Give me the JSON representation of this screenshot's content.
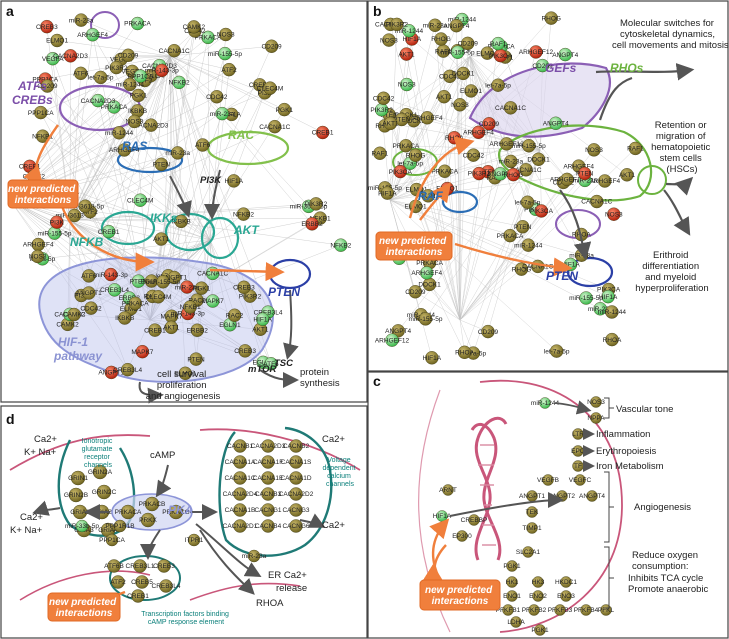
{
  "panels": {
    "a": {
      "letter": "a",
      "groups": {
        "atfs": "ATFs",
        "crebs": "CREBs",
        "ras": "RAS",
        "rac": "RAC",
        "nfkb": "NFKB",
        "ikks": "IKKs",
        "akt": "AKT",
        "pten": "PTEN",
        "hif1": "HIF-1\npathway"
      },
      "labels": {
        "pi3k": "PI3K",
        "tsc": "TSC",
        "mtor": "mTOR",
        "survival": "cell survival\nproliferation\nand angiogenesis",
        "protein": "protein\nsynthesis"
      },
      "prediction": "new predicted\ninteractions",
      "node_labels": [
        "ATF6",
        "PPP1CA",
        "CREB3",
        "CREB1",
        "CAMK2",
        "PRKACA",
        "miR-23a",
        "CACNA1C",
        "CACNA2D3",
        "ATF2",
        "CREB3L4",
        "RAC2",
        "ARHGEF4",
        "ELMO1",
        "CD209",
        "CLEC4M",
        "MAPK7",
        "PI3K",
        "NFKB1",
        "NFKB2",
        "IKBKB",
        "AKT1",
        "PTEN",
        "NOS3",
        "HIF1A",
        "EGLN1",
        "ERBB2",
        "VEGFA",
        "PGK1",
        "ANGPT1",
        "miR-1244",
        "let-7a-5p",
        "miR-3613-5p",
        "miR-155-5p",
        "miR-143-3p",
        "CDC42",
        "PIK3R2"
      ]
    },
    "b": {
      "letter": "b",
      "groups": {
        "gefs": "GEFs",
        "rhos": "RHOs",
        "raf": "RAF",
        "pten": "PTEN"
      },
      "labels": {
        "molecular": "Molecular switches for\ncytoskeletal dynamics,\ncell movements and mitosis",
        "retention": "Retention or\nmigration of\nhematopoietic\nstem cells\n(HSCs)",
        "erythroid": "Erithroid\ndifferentiation\nand myeloid\nhyperproliferation"
      },
      "prediction": "new predicted\ninteractions",
      "node_labels": [
        "PRKACA",
        "CACNA1C",
        "miR-23a",
        "ARHGEF4",
        "ARHGEF12",
        "RHOG",
        "ELMO1",
        "DOCK1",
        "CD209",
        "RAF1",
        "RHOA",
        "CDC42",
        "PIK3R2",
        "PIK3CA",
        "AKT1",
        "PTEN",
        "miR-1244",
        "NOS3",
        "HIF1A",
        "ANGPT4",
        "let-7a-5p",
        "miR-155-5p"
      ]
    },
    "c": {
      "letter": "c",
      "labels": {
        "vascular": "Vascular tone",
        "inflammation": "Inflammation",
        "erythropoiesis": "Erythropoiesis",
        "iron": "Iron Metabolism",
        "angiogenesis": "Angiogenesis",
        "reduce": "Reduce oxygen\nconsumption:",
        "inhibits": "Inhibits TCA cycle",
        "promote": "Promote anaerobic"
      },
      "prediction": "new predicted\ninteractions",
      "nodes": {
        "mir1244": "miR-1244",
        "nos3": "NOS3",
        "nppa": "NPPA",
        "arnt": "ARNT",
        "ltr": "LTR",
        "epo": "EPO",
        "tf": "TF",
        "hif1a": "HIF1A",
        "crebbp": "CREBBP",
        "ep300": "EP300",
        "vegfb": "VEGFB",
        "vegfc": "VEGFC",
        "angpt1": "ANGPT1",
        "angpt2": "ANGPT2",
        "angpt4": "ANGPT4",
        "tek": "TEK",
        "timp1": "TIMP1",
        "slc2a1": "SLC2A1",
        "pgk1": "PGK1",
        "hk1": "HK1",
        "hk3": "HK3",
        "hkdc1": "HKDC1",
        "eno1": "ENO1",
        "eno2": "ENO2",
        "eno3": "ENO3",
        "pfkfb1": "PFKFB1",
        "pfkfb2": "PFKFB2",
        "pfkfb3": "PFKFB3",
        "pfkfb4": "PFKFB4",
        "pfkl": "PFKL",
        "ldha": "LDHA",
        "pgk1b": "PGK1"
      }
    },
    "d": {
      "letter": "d",
      "labels": {
        "ions_left": "Ca2+\nK+ Na+",
        "ionotropic": "Ionotropic\nglutamate\nreceptor\nchannels",
        "camp": "cAMP",
        "pka": "PKA",
        "voltage": "Voltage\ndependent\ncalcium\nchannels",
        "ca_top": "Ca2+",
        "ca_right": "Ca2+",
        "ions_out": "Ca2+\nK+ Na+",
        "er": "ER Ca2+\nrelease",
        "rhoa": "RHOA",
        "tf_binding": "Transcription factors binding\ncAMP response element"
      },
      "prediction": "new predicted\ninteractions",
      "pka_nodes": [
        "PRKACA",
        "PRKACB",
        "PRKACG",
        "PRKX"
      ],
      "glut_nodes": [
        "GRIN1",
        "GRIN2A",
        "GRIN2B",
        "GRIN2C",
        "GRIA1",
        "GRIA2",
        "GRIA3",
        "GRIA4"
      ],
      "cacna_nodes": [
        "CACNB1",
        "CACNA2D3",
        "CACNB2",
        "CACNA1A",
        "CACNA1F",
        "CACNA1S",
        "CACNA1C",
        "CACNA1E",
        "CACNA1D",
        "CACNA2D4",
        "CACNB3",
        "CACNA2D2",
        "CACNA1B",
        "CACNG1",
        "CACNG3",
        "CACNA2D1",
        "CACNB4",
        "CACNG6"
      ],
      "creb_nodes": [
        "ATF6B",
        "ATF2",
        "CREB3L1",
        "CREB3",
        "CREB5",
        "CREB1",
        "CREB3L4"
      ],
      "other_nodes": [
        "PPP1R1B",
        "PPP1CA",
        "miR-33b-5p",
        "miR-23a",
        "ITPR1"
      ]
    }
  }
}
